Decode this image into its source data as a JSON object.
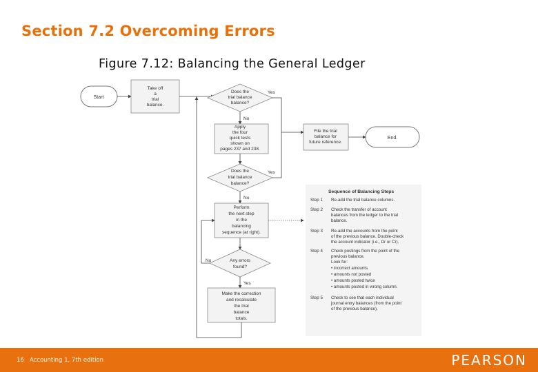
{
  "section_title": "Section 7.2 Overcoming Errors",
  "figure_title": "Figure 7.12: Balancing the General Ledger",
  "flow": {
    "start": "Start",
    "trial_balance": [
      "Take off",
      "a",
      "trial",
      "balance."
    ],
    "does_balance_1": [
      "Does the",
      "trial balance",
      "balance?"
    ],
    "yes_1": "Yes",
    "no_1": "No",
    "quick_tests": [
      "Apply",
      "the four",
      "quick tests",
      "shown on",
      "pages 237 and 238."
    ],
    "file_trial": [
      "File the trial",
      "balance for",
      "future reference."
    ],
    "end": "End.",
    "does_balance_2": [
      "Does the",
      "trial balance",
      "balance?"
    ],
    "yes_2": "Yes",
    "no_2": "No",
    "perform": [
      "Perform",
      "the next step",
      "in the",
      "balancing",
      "sequence (at right)."
    ],
    "errors_found": [
      "Any errors",
      "found?"
    ],
    "no_3": "No",
    "yes_3": "Yes",
    "correction": [
      "Make the correction",
      "and recalculate",
      "the trial",
      "balance",
      "totals."
    ]
  },
  "sequence": {
    "title": "Sequence of Balancing Steps",
    "steps": [
      {
        "label": "Step 1",
        "lines": [
          "Re-add the trial balance columns."
        ]
      },
      {
        "label": "Step 2",
        "lines": [
          "Check the transfer of account",
          "balances from the ledger to the trial",
          "balance."
        ]
      },
      {
        "label": "Step 3",
        "lines": [
          "Re-add the accounts from the point",
          "of the previous balance. Double-check",
          "the account indicator (i.e., Dr or Cr)."
        ]
      },
      {
        "label": "Step 4",
        "lines": [
          "Check postings from the point of the",
          "previous balance.",
          "Look for:",
          "• incorrect amounts",
          "• amounts not posted",
          "• amounts posted twice",
          "• amounts posted in wrong column."
        ]
      },
      {
        "label": "Step 5",
        "lines": [
          "Check to see that each individual",
          "journal entry balances (from the point",
          "of the previous balance)."
        ]
      }
    ]
  },
  "footer": {
    "page": "16",
    "book": "Accounting 1, 7th edition",
    "brand": "PEARSON"
  },
  "colors": {
    "title": "#e8710a",
    "footer": "#e8700e",
    "step_label": "#5b7fb5"
  }
}
